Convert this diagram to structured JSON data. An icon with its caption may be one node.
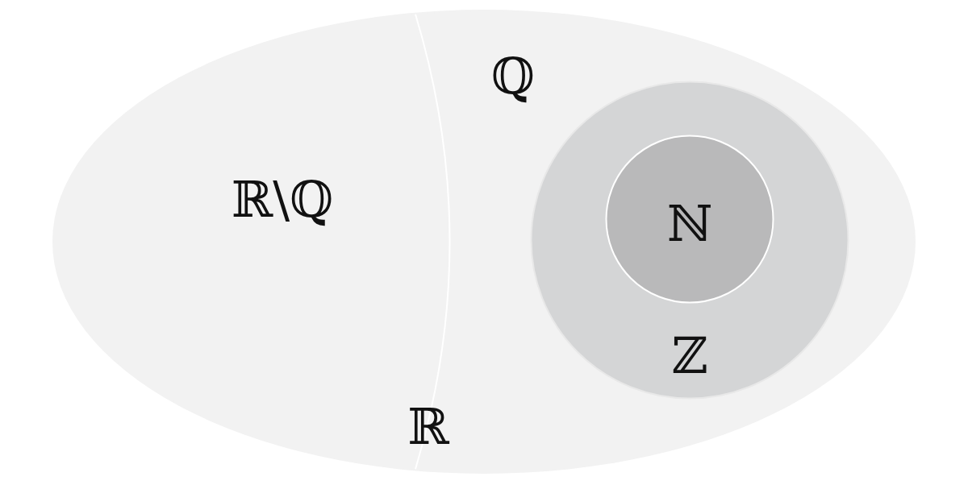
{
  "diagram": {
    "nodes": [
      {
        "text": [
          "ℝ"
        ]
      },
      {
        "text": [
          "ℝ\\ℚ"
        ],
        "in": 0
      },
      {
        "text": [
          "ℚ"
        ],
        "in": 0
      },
      {
        "text": [
          "ℤ"
        ],
        "in": 2
      },
      {
        "text": [
          "ℕ"
        ],
        "in": 3
      }
    ]
  }
}
